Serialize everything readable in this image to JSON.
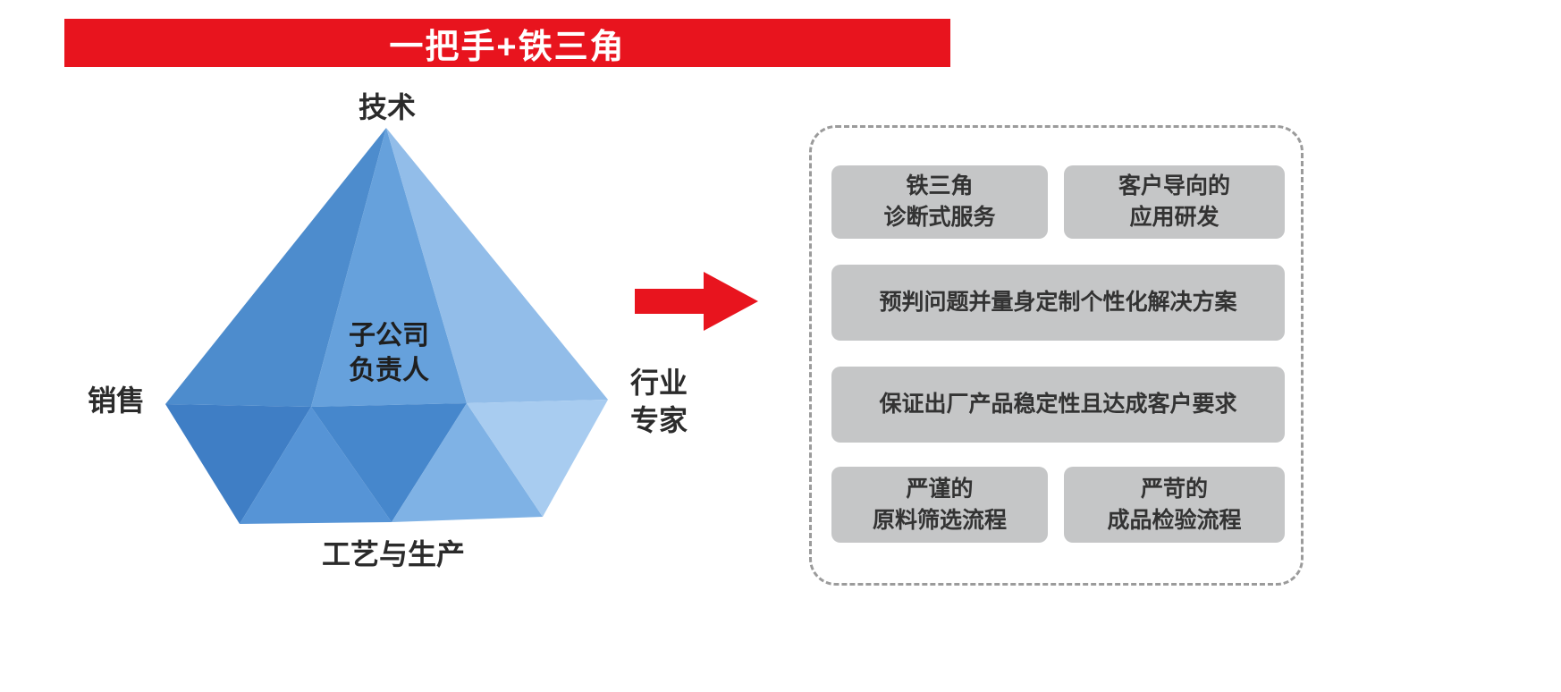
{
  "title": "一把手+铁三角",
  "diamond": {
    "top": "技术",
    "left": "销售",
    "right_line1": "行业",
    "right_line2": "专家",
    "bottom": "工艺与生产",
    "center_line1": "子公司",
    "center_line2": "负责人"
  },
  "panel": {
    "boxes": [
      {
        "lines": [
          "铁三角",
          "诊断式服务"
        ]
      },
      {
        "lines": [
          "客户导向的",
          "应用研发"
        ]
      },
      {
        "lines": [
          "预判问题并量身定制个性化解决方案"
        ]
      },
      {
        "lines": [
          "保证出厂产品稳定性且达成客户要求"
        ]
      },
      {
        "lines": [
          "严谨的",
          "原料筛选流程"
        ]
      },
      {
        "lines": [
          "严苛的",
          "成品检验流程"
        ]
      }
    ]
  },
  "colors": {
    "banner_red": "#e8141e",
    "arrow_red": "#e8141e",
    "box_gray": "#c5c6c7",
    "dashed_border_gray": "#9b9b9b",
    "gem_blues": [
      "#4d8ccd",
      "#66a1dc",
      "#92bde9",
      "#3f7ec5",
      "#5694d6",
      "#4687cc",
      "#7fb2e5",
      "#a8ccf0"
    ]
  }
}
